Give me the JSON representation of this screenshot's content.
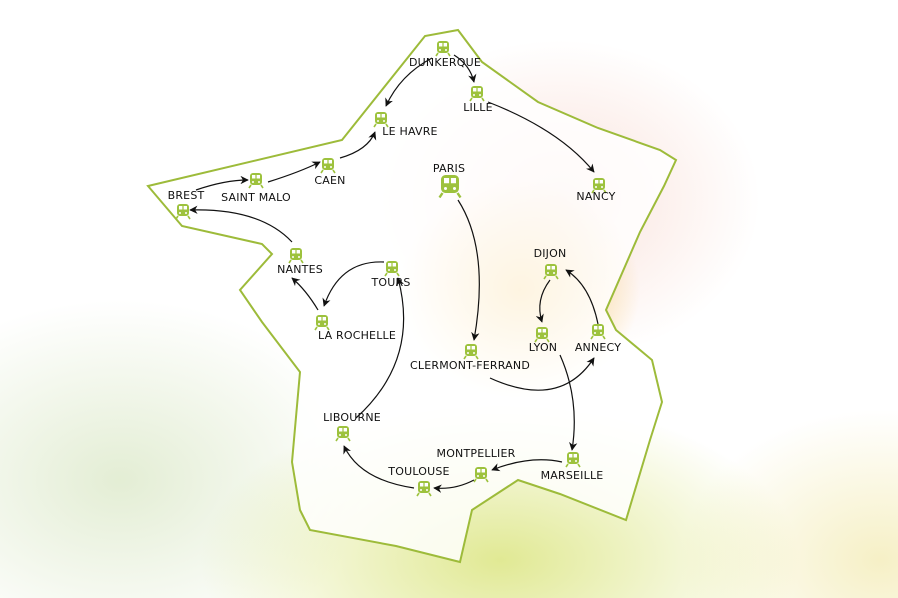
{
  "colors": {
    "outline": "#9dbb3a",
    "station": "#9dc23d",
    "route": "#111111"
  },
  "cities": [
    {
      "id": "dunkerque",
      "name": "DUNKERQUE"
    },
    {
      "id": "lille",
      "name": "LILLE"
    },
    {
      "id": "le-havre",
      "name": "LE HAVRE"
    },
    {
      "id": "caen",
      "name": "CAEN"
    },
    {
      "id": "saint-malo",
      "name": "SAINT MALO"
    },
    {
      "id": "brest",
      "name": "BREST"
    },
    {
      "id": "nantes",
      "name": "NANTES"
    },
    {
      "id": "la-rochelle",
      "name": "LA ROCHELLE"
    },
    {
      "id": "tours",
      "name": "TOURS"
    },
    {
      "id": "paris",
      "name": "PARIS"
    },
    {
      "id": "nancy",
      "name": "NANCY"
    },
    {
      "id": "dijon",
      "name": "DIJON"
    },
    {
      "id": "lyon",
      "name": "LYON"
    },
    {
      "id": "annecy",
      "name": "ANNECY"
    },
    {
      "id": "clermont-ferrand",
      "name": "CLERMONT-FERRAND"
    },
    {
      "id": "marseille",
      "name": "MARSEILLE"
    },
    {
      "id": "montpellier",
      "name": "MONTPELLIER"
    },
    {
      "id": "toulouse",
      "name": "TOULOUSE"
    },
    {
      "id": "libourne",
      "name": "LIBOURNE"
    }
  ]
}
